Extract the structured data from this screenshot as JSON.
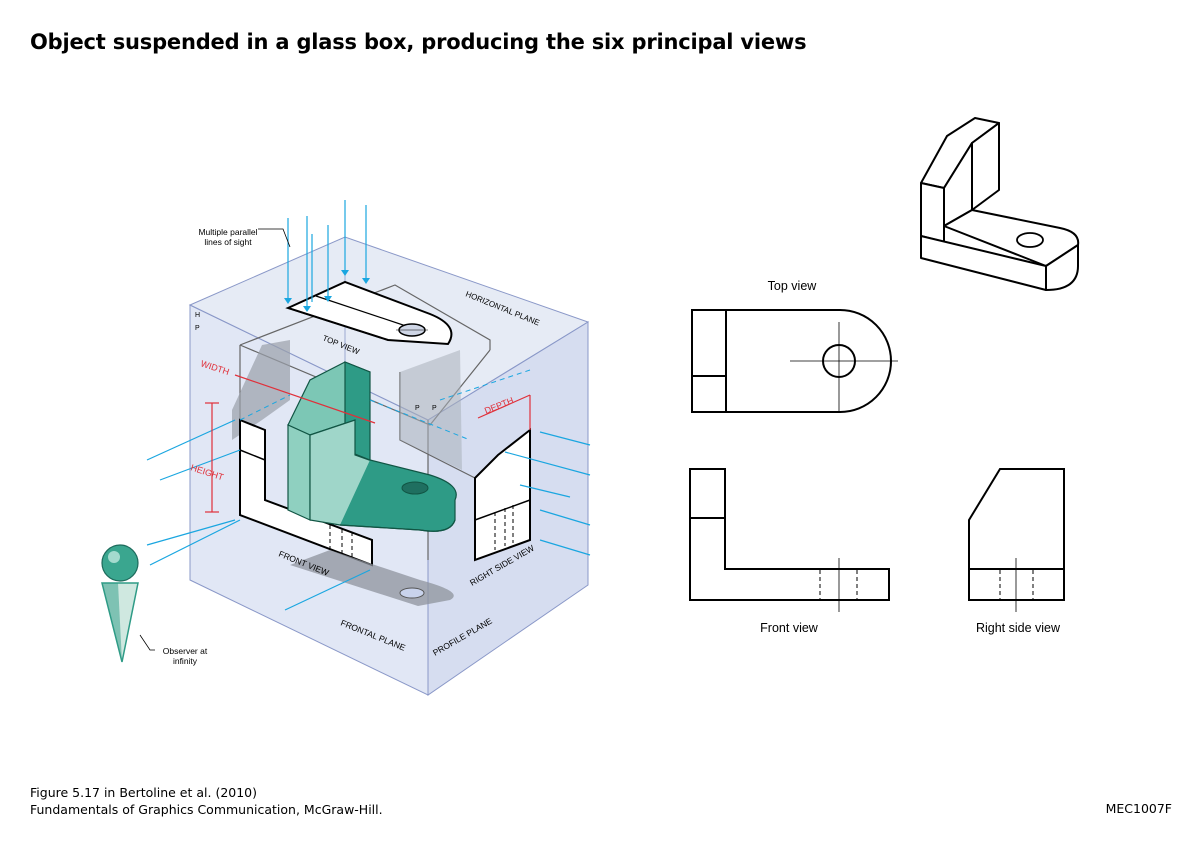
{
  "title": "Object suspended in a glass box, producing the six principal views",
  "footer": {
    "citation_line1": "Figure 5.17 in Bertoline et al. (2010)",
    "citation_line2": "Fundamentals of Graphics Communication, McGraw-Hill.",
    "course_code": "MEC1007F"
  },
  "glass_box": {
    "lines_of_sight_line1": "Multiple parallel",
    "lines_of_sight_line2": "lines of sight",
    "observer_line1": "Observer at",
    "observer_line2": "infinity",
    "horizontal_plane": "HORIZONTAL PLANE",
    "frontal_plane": "FRONTAL PLANE",
    "profile_plane": "PROFILE PLANE",
    "top_view": "TOP VIEW",
    "front_view": "FRONT VIEW",
    "right_side_view": "RIGHT SIDE VIEW",
    "width": "WIDTH",
    "height": "HEIGHT",
    "depth": "DEPTH",
    "h_mark": "H",
    "p_mark": "P",
    "p_mark_2": "P",
    "p_mark_3": "P"
  },
  "orthographic": {
    "top_view": "Top view",
    "front_view": "Front view",
    "right_side_view": "Right side view"
  },
  "colors": {
    "glass_fill": "#c9d3ec",
    "glass_edge": "#8a98c8",
    "sight_line": "#1aa6e0",
    "object_teal": "#2e9b86",
    "object_teal_light": "#7cc7b5",
    "dimension_red": "#e0303a"
  }
}
